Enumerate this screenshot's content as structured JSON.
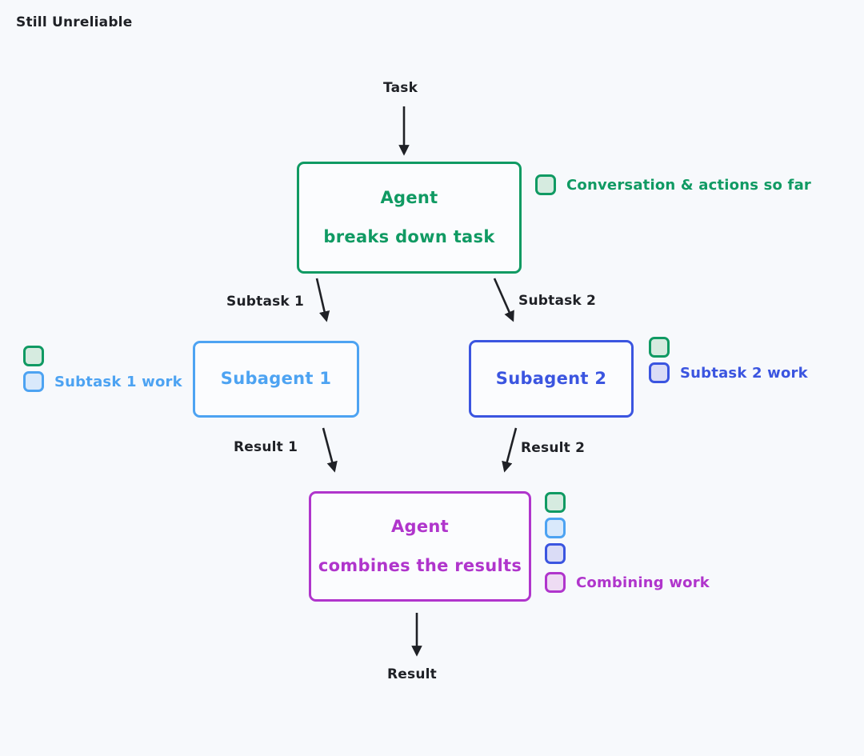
{
  "page": {
    "title": "Still Unreliable",
    "background_color": "#f7f9fc"
  },
  "colors": {
    "orchestrator_green": "#109a63",
    "subagent_1_blue": "#4da3f2",
    "subagent_2_indigo": "#3b55e0",
    "combiner_purple": "#b035cc",
    "arrow_black": "#1f2126",
    "chip_green_fill": "#d6ebe0",
    "chip_blue_fill": "#d9e9fb",
    "chip_indigo_fill": "#dadcf6",
    "chip_purple_fill": "#eedcf3"
  },
  "diagram": {
    "nodes": {
      "orchestrator": {
        "line1": "Agent",
        "line2": "breaks down task"
      },
      "subagent_1": {
        "line1": "Subagent 1"
      },
      "subagent_2": {
        "line1": "Subagent 2"
      },
      "combiner": {
        "line1": "Agent",
        "line2": "combines the results"
      }
    },
    "edges": {
      "task": "Task",
      "subtask_1": "Subtask 1",
      "subtask_2": "Subtask 2",
      "result_1": "Result 1",
      "result_2": "Result 2",
      "result": "Result"
    }
  },
  "legends": {
    "orchestrator": {
      "chips": [
        "green"
      ],
      "label": "Conversation & actions so far"
    },
    "subtask_1": {
      "chips": [
        "green",
        "blue"
      ],
      "label": "Subtask 1 work"
    },
    "subtask_2": {
      "chips": [
        "green",
        "indigo"
      ],
      "label": "Subtask 2 work"
    },
    "combiner": {
      "chips": [
        "green",
        "blue",
        "indigo",
        "purple"
      ],
      "label": "Combining work"
    }
  }
}
